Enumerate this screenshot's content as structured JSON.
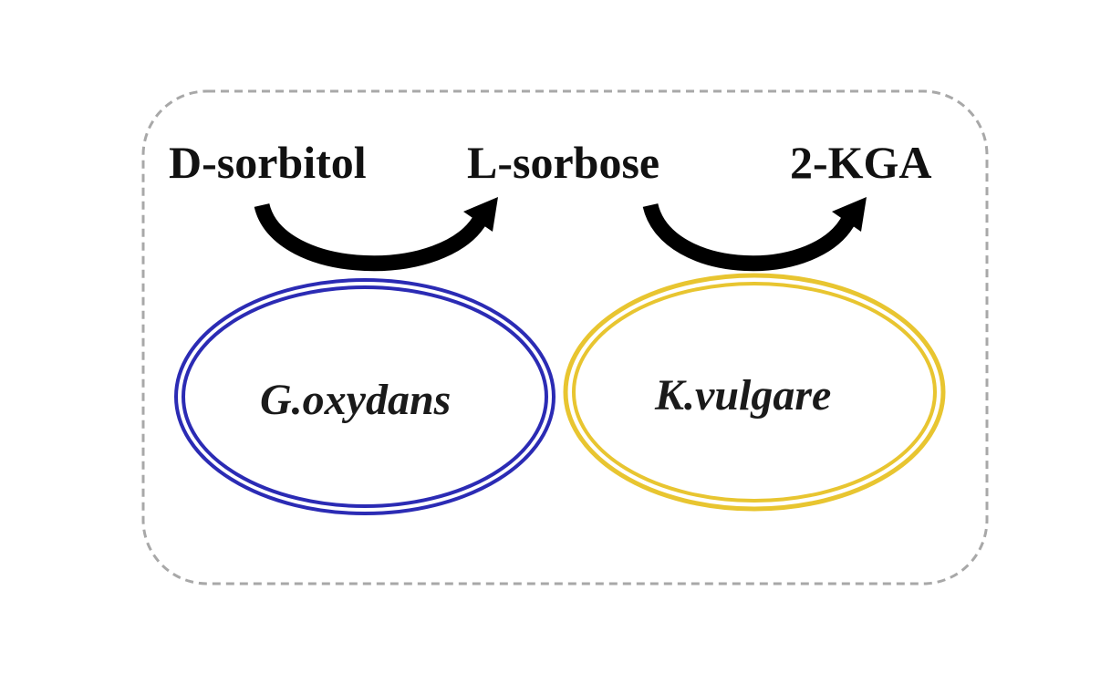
{
  "compounds": [
    {
      "id": "d-sorbitol",
      "label": "D-sorbitol"
    },
    {
      "id": "l-sorbose",
      "label": "L-sorbose"
    },
    {
      "id": "2-kga",
      "label": "2-KGA"
    }
  ],
  "organisms": [
    {
      "id": "g-oxydans",
      "label": "G.oxydans",
      "color": "#2b2bb4"
    },
    {
      "id": "k-vulgare",
      "label": "K.vulgare",
      "color": "#e8c530"
    }
  ],
  "colors": {
    "border": "#a8a8a8",
    "arrow": "#000000",
    "text": "#111111"
  },
  "icons": {
    "arrow_1": "curved-arrow-icon",
    "arrow_2": "curved-arrow-icon"
  }
}
